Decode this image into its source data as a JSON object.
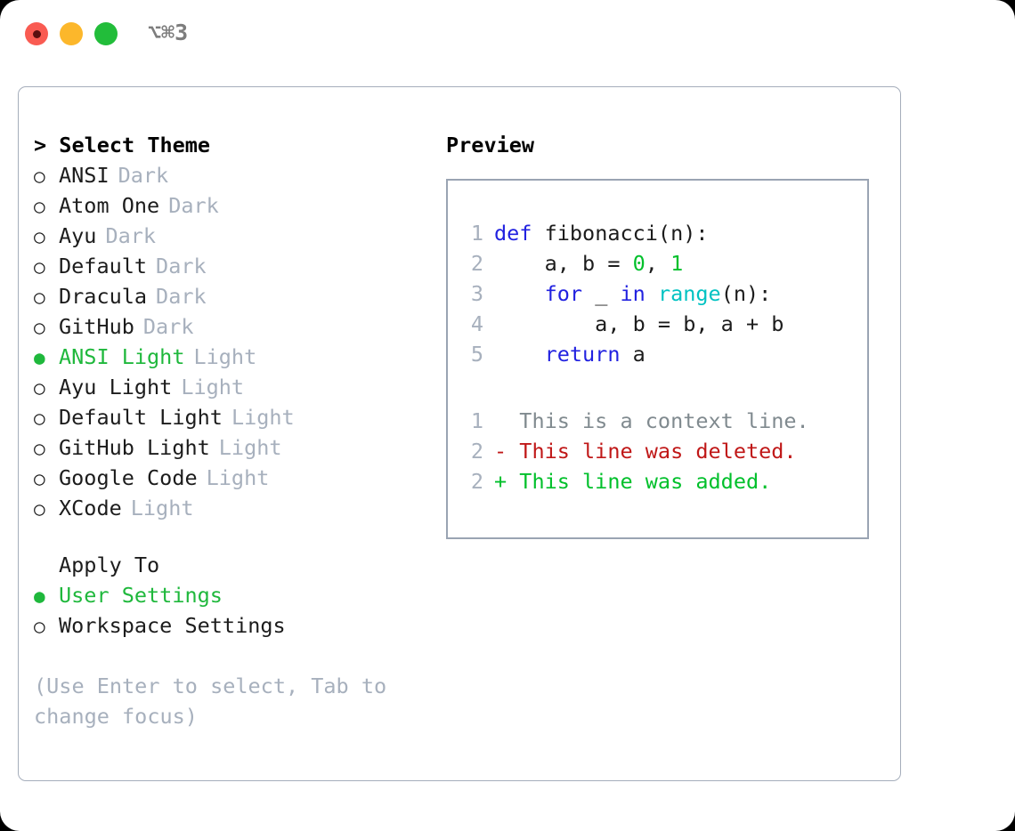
{
  "window": {
    "shortcut_label": "⌥⌘3",
    "buttons": [
      {
        "name": "close",
        "color": "#f95b52"
      },
      {
        "name": "minimize",
        "color": "#fcb72b"
      },
      {
        "name": "maximize",
        "color": "#22bd3a"
      }
    ]
  },
  "colors": {
    "accent_green": "#1fb83c",
    "muted_gray": "#a7b0bd",
    "border": "#a5adbb",
    "preview_border": "#9aa4b3",
    "keyword_blue": "#2222e0",
    "function_cyan": "#00c2c2",
    "number_green": "#00c02b",
    "diff_delete_red": "#c01818",
    "diff_add_green": "#00c02b",
    "diff_context_gray": "#808a8f"
  },
  "theme_picker": {
    "title": "> Select Theme",
    "marker_unselected": "○",
    "marker_selected": "●",
    "items": [
      {
        "label": "ANSI",
        "suffix": "Dark",
        "selected": false
      },
      {
        "label": "Atom One",
        "suffix": "Dark",
        "selected": false
      },
      {
        "label": "Ayu",
        "suffix": "Dark",
        "selected": false
      },
      {
        "label": "Default",
        "suffix": "Dark",
        "selected": false
      },
      {
        "label": "Dracula",
        "suffix": "Dark",
        "selected": false
      },
      {
        "label": "GitHub",
        "suffix": "Dark",
        "selected": false
      },
      {
        "label": "ANSI Light",
        "suffix": "Light",
        "selected": true
      },
      {
        "label": "Ayu Light",
        "suffix": "Light",
        "selected": false
      },
      {
        "label": "Default Light",
        "suffix": "Light",
        "selected": false
      },
      {
        "label": "GitHub Light",
        "suffix": "Light",
        "selected": false
      },
      {
        "label": "Google Code",
        "suffix": "Light",
        "selected": false
      },
      {
        "label": "XCode",
        "suffix": "Light",
        "selected": false
      }
    ]
  },
  "apply_to": {
    "heading": "Apply To",
    "items": [
      {
        "label": "User Settings",
        "selected": true
      },
      {
        "label": "Workspace Settings",
        "selected": false
      }
    ]
  },
  "hint": "(Use Enter to select, Tab to change focus)",
  "preview": {
    "title": "Preview",
    "code_lines": [
      {
        "number": "1",
        "tokens": [
          {
            "text": "def",
            "type": "keyword"
          },
          {
            "text": " fibonacci(n):",
            "type": "plain"
          }
        ]
      },
      {
        "number": "2",
        "tokens": [
          {
            "text": "    a, b = ",
            "type": "plain"
          },
          {
            "text": "0",
            "type": "number"
          },
          {
            "text": ", ",
            "type": "plain"
          },
          {
            "text": "1",
            "type": "number"
          }
        ]
      },
      {
        "number": "3",
        "tokens": [
          {
            "text": "    ",
            "type": "plain"
          },
          {
            "text": "for",
            "type": "keyword"
          },
          {
            "text": " _ ",
            "type": "plain"
          },
          {
            "text": "in",
            "type": "keyword"
          },
          {
            "text": " ",
            "type": "plain"
          },
          {
            "text": "range",
            "type": "function"
          },
          {
            "text": "(n):",
            "type": "plain"
          }
        ]
      },
      {
        "number": "4",
        "tokens": [
          {
            "text": "        a, b = b, a + b",
            "type": "plain"
          }
        ]
      },
      {
        "number": "5",
        "tokens": [
          {
            "text": "    ",
            "type": "plain"
          },
          {
            "text": "return",
            "type": "keyword"
          },
          {
            "text": " a",
            "type": "plain"
          }
        ]
      }
    ],
    "diff_lines": [
      {
        "number": "1",
        "text": "  This is a context line.",
        "type": "context"
      },
      {
        "number": "2",
        "text": "- This line was deleted.",
        "type": "delete"
      },
      {
        "number": "2",
        "text": "+ This line was added.",
        "type": "add"
      }
    ]
  }
}
